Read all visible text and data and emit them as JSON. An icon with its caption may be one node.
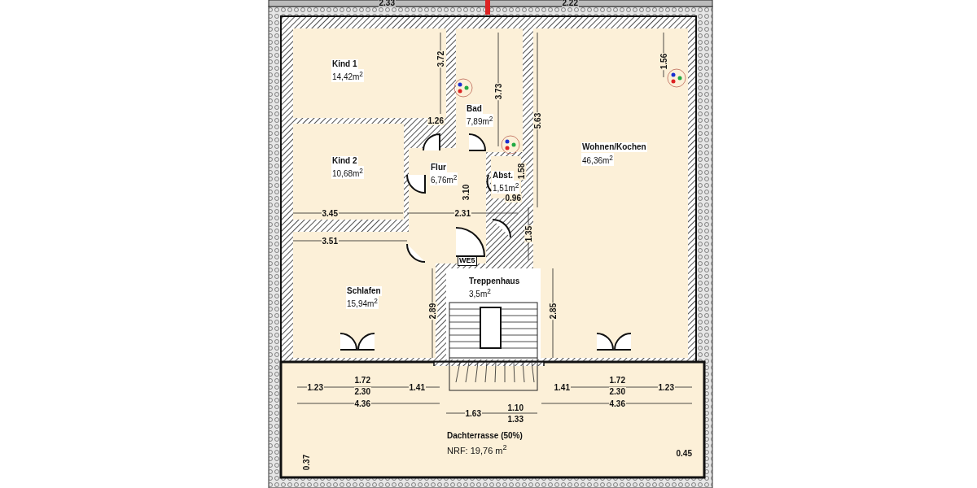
{
  "diagram": {
    "nodes": [
      {
        "text": [
          "Kind 1",
          "14,42m$^{2}$"
        ]
      },
      {
        "text": [
          "Bad",
          "7,89m$^{2}$"
        ]
      },
      {
        "text": [
          "Wohnen/Kochen",
          "46,36m$^{2}$"
        ]
      },
      {
        "text": [
          "Kind 2",
          "10,68m$^{2}$"
        ]
      },
      {
        "text": [
          "Flur",
          "6,76m$^{2}$"
        ]
      },
      {
        "text": [
          "Abst.",
          "1,51m$^{2}$"
        ]
      },
      {
        "text": [
          "WE5"
        ]
      },
      {
        "text": [
          "Treppenhaus",
          "3,5m$^{2}$"
        ]
      },
      {
        "text": [
          "Schlafen",
          "15,94m$^{2}$"
        ]
      },
      {
        "text": [
          "Dachterrasse (50%)",
          "NRF: 19,76 m$^{2}$"
        ]
      }
    ],
    "labels": [
      "2.33",
      "2.22",
      "3.72",
      "1.56",
      "3.73",
      "1.26",
      "5.63",
      "1.58",
      "3.10",
      "0.96",
      "3.45",
      "2.31",
      "3.51",
      "1.35",
      "2.89",
      "2.85",
      "1.72",
      "1.23",
      "1.41",
      "1.41",
      "1.72",
      "1.23",
      "2.30",
      "2.30",
      "4.36",
      "4.36",
      "1.10",
      "1.63",
      "1.33",
      "0.45",
      "0.37"
    ]
  }
}
